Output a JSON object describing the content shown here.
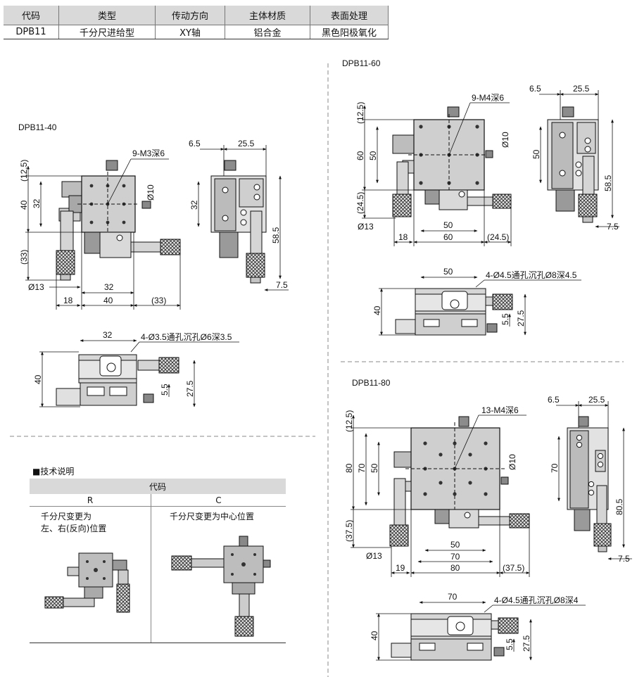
{
  "spec_table": {
    "headers": [
      "代码",
      "类型",
      "传动方向",
      "主体材质",
      "表面处理"
    ],
    "row": [
      "DPB11",
      "千分尺进给型",
      "XY轴",
      "铝合金",
      "黑色阳极氧化"
    ]
  },
  "models": {
    "m40": "DPB11-40",
    "m60": "DPB11-60",
    "m80": "DPB11-80"
  },
  "m40_dims": {
    "holes": "9-M3深6",
    "d10": "Ø10",
    "d13": "Ø13",
    "a12_5": "(12.5)",
    "a40": "40",
    "a32": "32",
    "a33v": "(33)",
    "b18": "18",
    "b40": "40",
    "b32": "32",
    "b33": "(33)",
    "s6_5": "6.5",
    "s25_5": "25.5",
    "s32": "32",
    "s58_5": "58.5",
    "s7_5": "7.5",
    "f32": "32",
    "f40": "40",
    "f5_5": "5.5",
    "f27_5": "27.5",
    "fholes": "4-Ø3.5通孔沉孔Ø6深3.5"
  },
  "m60_dims": {
    "holes": "9-M4深6",
    "d10": "Ø10",
    "d13": "Ø13",
    "a12_5": "(12.5)",
    "a60": "60",
    "a50": "50",
    "a24_5v": "(24.5)",
    "b18": "18",
    "b50": "50",
    "b60": "60",
    "b24_5": "(24.5)",
    "s6_5": "6.5",
    "s25_5": "25.5",
    "s50": "50",
    "s58_5": "58.5",
    "s7_5": "7.5",
    "f50": "50",
    "f40": "40",
    "f5_5": "5.5",
    "f27_5": "27.5",
    "fholes": "4-Ø4.5通孔沉孔Ø8深4.5"
  },
  "m80_dims": {
    "holes": "13-M4深6",
    "d10": "Ø10",
    "d13": "Ø13",
    "a12_5": "(12.5)",
    "a80": "80",
    "a70": "70",
    "a50": "50",
    "a37_5v": "(37.5)",
    "b19": "19",
    "b50": "50",
    "b70": "70",
    "b80": "80",
    "b37_5": "(37.5)",
    "s6_5": "6.5",
    "s25_5": "25.5",
    "s70": "70",
    "s80_5": "80.5",
    "s7_5": "7.5",
    "f70": "70",
    "f40": "40",
    "f5_5": "5.5",
    "f27_5": "27.5",
    "fholes": "4-Ø4.5通孔沉孔Ø8深4"
  },
  "tech": {
    "title": "■技术说明",
    "header": "代码",
    "col_r": "R",
    "col_c": "C",
    "desc_r_1": "千分尺变更为",
    "desc_r_2": "左、右(反向)位置",
    "desc_c": "千分尺变更为中心位置"
  }
}
